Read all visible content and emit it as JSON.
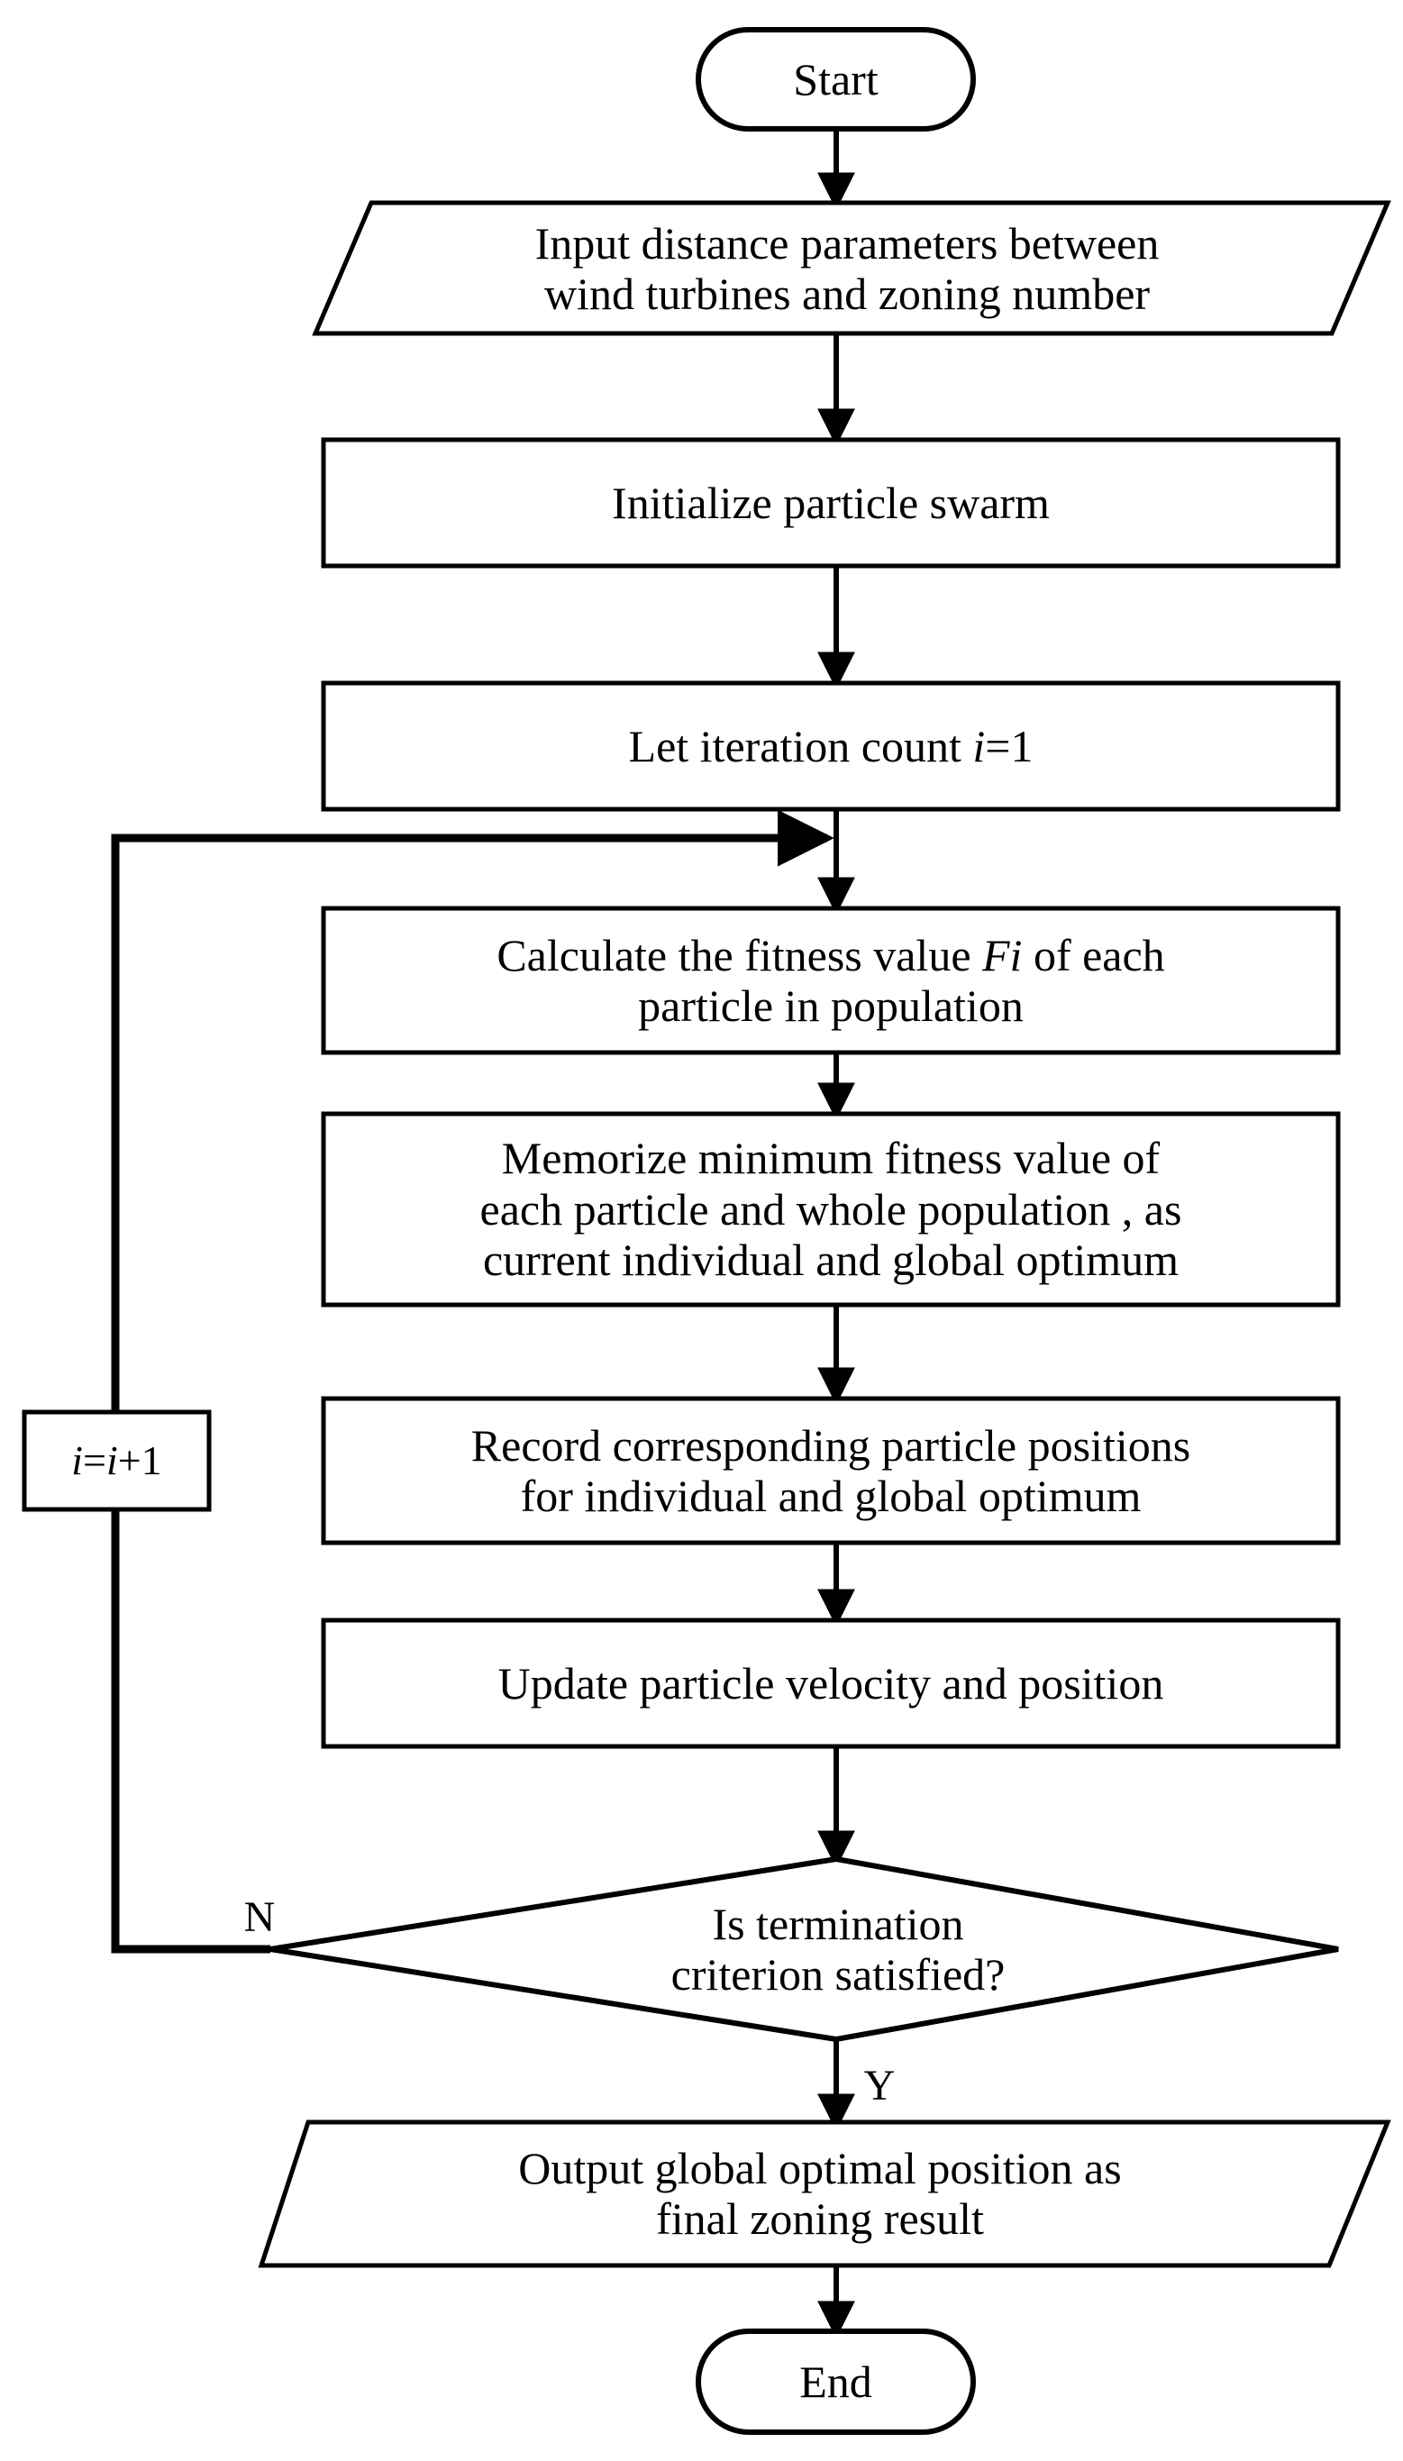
{
  "diagram": {
    "title": "PSO wind farm zoning flowchart",
    "stroke_color": "#000000",
    "background_color": "#ffffff",
    "nodes": {
      "start": {
        "label": "Start",
        "shape": "terminal"
      },
      "input_params": {
        "line1": "Input distance parameters between",
        "line2": "wind turbines and zoning number",
        "shape": "parallelogram"
      },
      "init_swarm": {
        "label": "Initialize particle swarm",
        "shape": "process"
      },
      "set_iteration": {
        "prefix": "Let iteration count ",
        "var": "i",
        "suffix": "=1",
        "shape": "process"
      },
      "calc_fitness": {
        "line1_a": "Calculate the fitness value ",
        "line1_var": "Fi",
        "line1_b": " of each",
        "line2": "particle in population",
        "shape": "process"
      },
      "memorize": {
        "line1": "Memorize minimum fitness value of",
        "line2": "each particle and whole population , as",
        "line3": "current individual and global optimum",
        "shape": "process"
      },
      "record": {
        "line1": "Record corresponding particle positions",
        "line2": "for  individual and global optimum",
        "shape": "process"
      },
      "update": {
        "label": "Update particle velocity and position",
        "shape": "process"
      },
      "decision": {
        "line1": "Is termination",
        "line2": "criterion satisfied?",
        "shape": "diamond"
      },
      "increment": {
        "var1": "i",
        "mid": "=",
        "var2": "i",
        "suffix": "+1",
        "shape": "process"
      },
      "output_result": {
        "line1": "Output global optimal position as",
        "line2": "final zoning result",
        "shape": "parallelogram"
      },
      "end": {
        "label": "End",
        "shape": "terminal"
      }
    },
    "edge_labels": {
      "no_branch": "N",
      "yes_branch": "Y"
    }
  }
}
